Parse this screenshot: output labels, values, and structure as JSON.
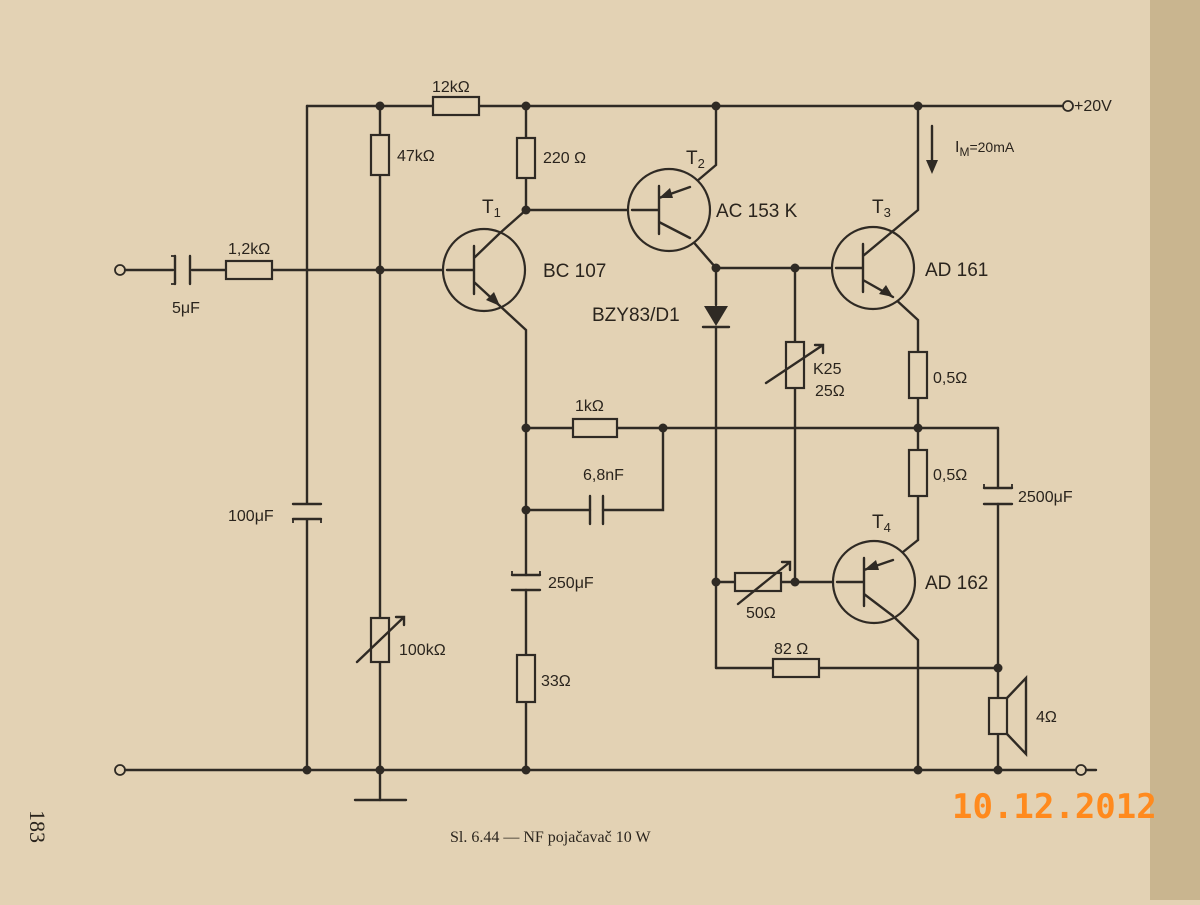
{
  "labels": {
    "r_12k_top": "12kΩ",
    "supply": "+20V",
    "im": "I",
    "im_sub": "M",
    "im_val": "=20mA",
    "r_47k": "47kΩ",
    "r_220": "220 Ω",
    "t1": "T",
    "t1_sub": "1",
    "t2": "T",
    "t2_sub": "2",
    "t3": "T",
    "t3_sub": "3",
    "t4": "T",
    "t4_sub": "4",
    "ac153k": "AC 153 K",
    "bc107": "BC 107",
    "ad161": "AD 161",
    "ad162": "AD 162",
    "r_1_2k": "1,2kΩ",
    "c_5u": "5μF",
    "bzy": "BZY83/D1",
    "k25": "K25",
    "k25_val": "25Ω",
    "r_05_a": "0,5Ω",
    "r_05_b": "0,5Ω",
    "r_1k": "1kΩ",
    "c_6_8n": "6,8nF",
    "c_2500": "2500μF",
    "c_100": "100μF",
    "c_250": "250μF",
    "r_100k": "100kΩ",
    "r_50": "50Ω",
    "r_82": "82 Ω",
    "r_33": "33Ω",
    "spk": "4Ω",
    "caption": "Sl. 6.44 — NF pojačavač 10 W",
    "page_no": "183",
    "date_stamp": "10.12.2012"
  }
}
